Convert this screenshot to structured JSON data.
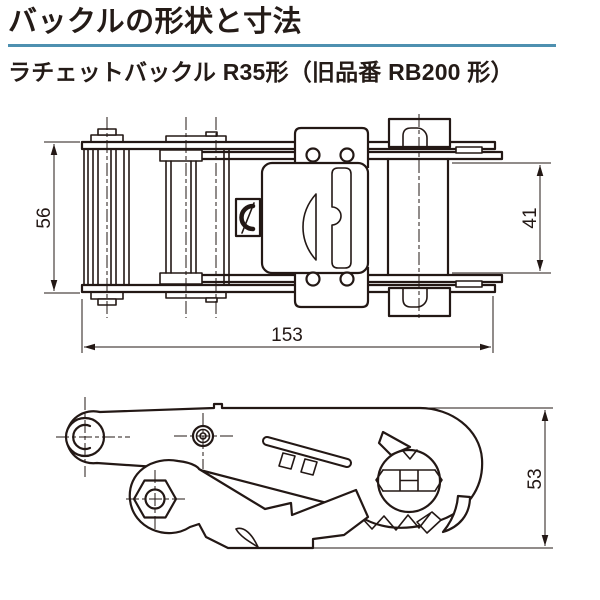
{
  "header": {
    "title": "バックルの形状と寸法",
    "subtitle": "ラチェットバックル  R35形（旧品番 RB200 形）",
    "accent_color": "#4e90b0",
    "text_color": "#241b17"
  },
  "drawing": {
    "line_color": "#231815",
    "top_view": {
      "dimensions": {
        "overall_height": "56",
        "inner_height": "41",
        "overall_length": "153"
      }
    },
    "side_view": {
      "dimensions": {
        "overall_height": "53"
      }
    }
  }
}
